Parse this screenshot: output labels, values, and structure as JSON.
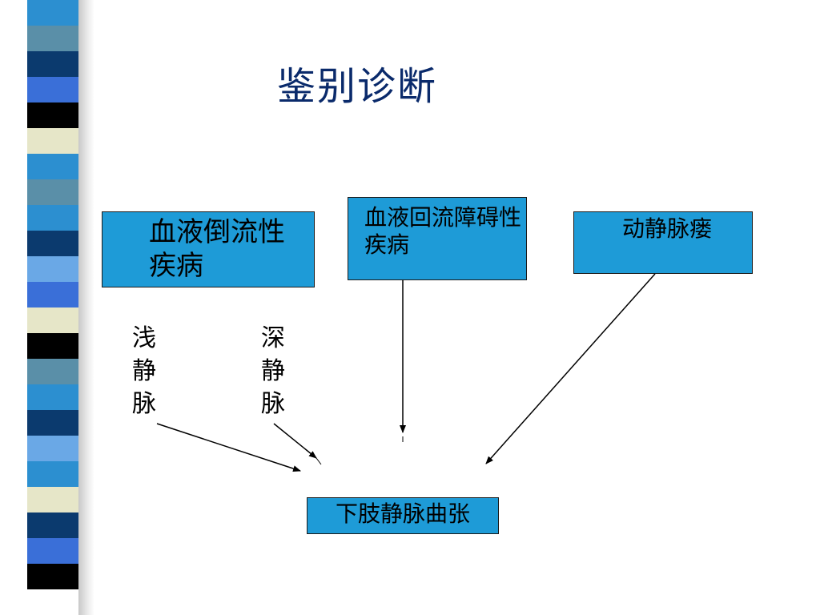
{
  "slide": {
    "title": "鉴别诊断",
    "colors": {
      "box_fill": "#1e9bd7",
      "title_text": "#0a2a6b",
      "arrow": "#000000"
    },
    "stripe_colors": [
      "#2c8fd0",
      "#5a8fa8",
      "#0b3a6e",
      "#3a6fd8",
      "#000000",
      "#e6e6c8",
      "#2c8fd0",
      "#5a8fa8",
      "#2c8fd0",
      "#0b3a6e",
      "#6aa8e6",
      "#3a6fd8",
      "#e6e6c8",
      "#000000",
      "#5a8fa8",
      "#2c8fd0",
      "#0b3a6e",
      "#6aa8e6",
      "#2c8fd0",
      "#e6e6c8",
      "#0b3a6e",
      "#3a6fd8",
      "#000000",
      "#ffffff"
    ]
  },
  "diagram": {
    "boxes": {
      "reflux": "血液倒流性疾病",
      "obstruction": "血液回流障碍性疾病",
      "avf": "动静脉瘘",
      "varicose": "下肢静脉曲张"
    },
    "labels": {
      "superficial": "浅\n静\n脉",
      "deep": "深\n静\n脉"
    }
  }
}
